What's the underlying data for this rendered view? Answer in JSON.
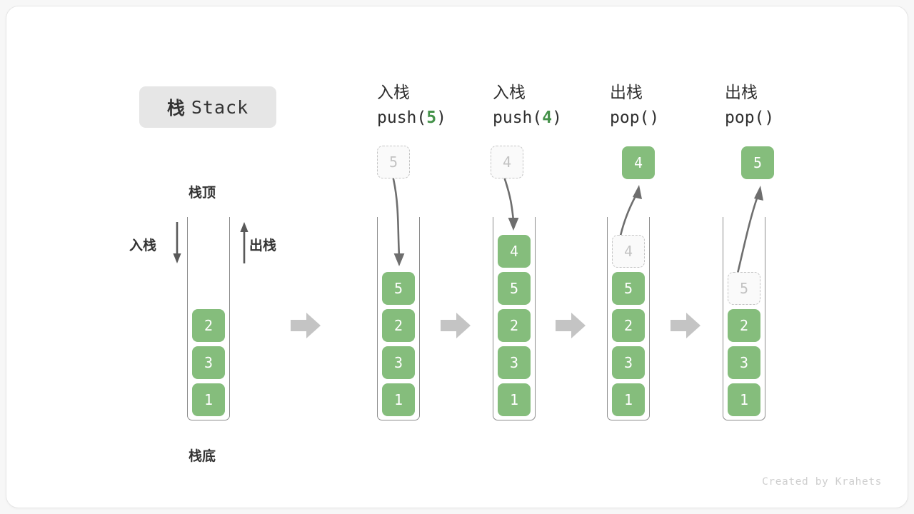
{
  "title": {
    "cn": "栈",
    "en": "Stack"
  },
  "credit": "Created by Krahets",
  "colors": {
    "cell_fill": "#85bd7c",
    "cell_text": "#ffffff",
    "ghost_border": "#c4c4c4",
    "ghost_text": "#c2c2c2",
    "container_stroke": "#8c8c8c",
    "accent_green": "#45924a",
    "separator_arrow": "#c4c4c4",
    "card_bg": "#ffffff",
    "page_bg": "#f7f7f7"
  },
  "labels": {
    "top": "栈顶",
    "bottom": "栈底",
    "push": "入栈",
    "pop": "出栈"
  },
  "columns": [
    {
      "id": "initial",
      "header_cn": "",
      "header_code_prefix": "",
      "header_code_num": "",
      "header_code_suffix": "",
      "cells": [
        {
          "value": "2",
          "state": "filled"
        },
        {
          "value": "3",
          "state": "filled"
        },
        {
          "value": "1",
          "state": "filled"
        }
      ],
      "floating": null
    },
    {
      "id": "push-5",
      "header_cn": "入栈",
      "header_code_prefix": "push(",
      "header_code_num": "5",
      "header_code_suffix": ")",
      "cells": [
        {
          "value": "5",
          "state": "filled"
        },
        {
          "value": "2",
          "state": "filled"
        },
        {
          "value": "3",
          "state": "filled"
        },
        {
          "value": "1",
          "state": "filled"
        }
      ],
      "floating": {
        "value": "5",
        "state": "ghost",
        "direction": "down"
      }
    },
    {
      "id": "push-4",
      "header_cn": "入栈",
      "header_code_prefix": "push(",
      "header_code_num": "4",
      "header_code_suffix": ")",
      "cells": [
        {
          "value": "4",
          "state": "filled"
        },
        {
          "value": "5",
          "state": "filled"
        },
        {
          "value": "2",
          "state": "filled"
        },
        {
          "value": "3",
          "state": "filled"
        },
        {
          "value": "1",
          "state": "filled"
        }
      ],
      "floating": {
        "value": "4",
        "state": "ghost",
        "direction": "down"
      }
    },
    {
      "id": "pop-1",
      "header_cn": "出栈",
      "header_code_prefix": "pop(",
      "header_code_num": "",
      "header_code_suffix": ")",
      "cells": [
        {
          "value": "4",
          "state": "ghost"
        },
        {
          "value": "5",
          "state": "filled"
        },
        {
          "value": "2",
          "state": "filled"
        },
        {
          "value": "3",
          "state": "filled"
        },
        {
          "value": "1",
          "state": "filled"
        }
      ],
      "floating": {
        "value": "4",
        "state": "filled",
        "direction": "up"
      }
    },
    {
      "id": "pop-2",
      "header_cn": "出栈",
      "header_code_prefix": "pop(",
      "header_code_num": "",
      "header_code_suffix": ")",
      "cells": [
        {
          "value": "5",
          "state": "ghost"
        },
        {
          "value": "2",
          "state": "filled"
        },
        {
          "value": "3",
          "state": "filled"
        },
        {
          "value": "1",
          "state": "filled"
        }
      ],
      "floating": {
        "value": "5",
        "state": "filled",
        "direction": "up"
      }
    }
  ]
}
